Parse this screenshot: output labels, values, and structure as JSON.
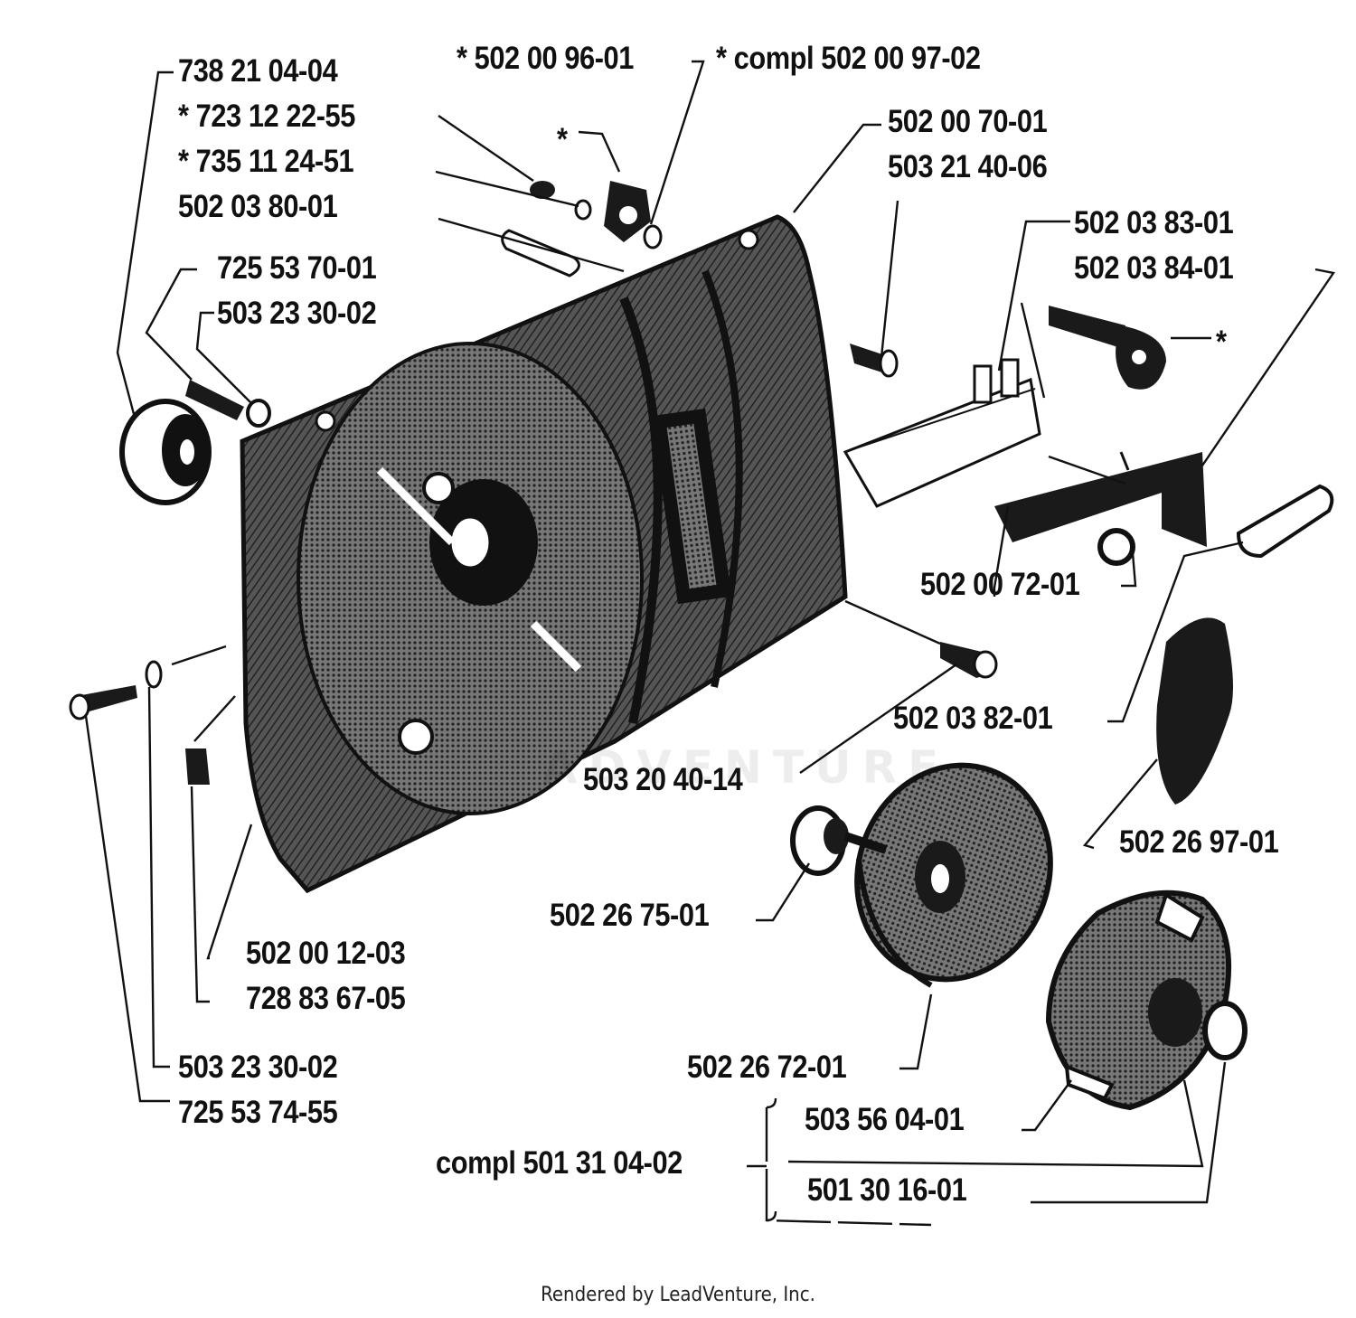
{
  "diagram": {
    "labels": [
      {
        "id": "p1",
        "text": "738 21 04-04"
      },
      {
        "id": "p2",
        "text": "* 723 12 22-55"
      },
      {
        "id": "p3",
        "text": "* 735 11 24-51"
      },
      {
        "id": "p4",
        "text": "502 03 80-01"
      },
      {
        "id": "p5",
        "text": "725 53 70-01"
      },
      {
        "id": "p6",
        "text": "503 23 30-02"
      },
      {
        "id": "p7",
        "text": "* 502 00 96-01"
      },
      {
        "id": "p8",
        "text": "* compl 502 00 97-02"
      },
      {
        "id": "p9",
        "text": "502 00 70-01"
      },
      {
        "id": "p10",
        "text": "503 21 40-06"
      },
      {
        "id": "p11",
        "text": "502 03 83-01"
      },
      {
        "id": "p12",
        "text": "502 03 84-01"
      },
      {
        "id": "p13",
        "text": "502 00 72-01"
      },
      {
        "id": "p14",
        "text": "502 03 82-01"
      },
      {
        "id": "p15",
        "text": "503 20 40-14"
      },
      {
        "id": "p16",
        "text": "502 26 97-01"
      },
      {
        "id": "p17",
        "text": "502 26 75-01"
      },
      {
        "id": "p18",
        "text": "502 00 12-03"
      },
      {
        "id": "p19",
        "text": "728 83 67-05"
      },
      {
        "id": "p20",
        "text": "502 26 72-01"
      },
      {
        "id": "p21",
        "text": "503 23 30-02"
      },
      {
        "id": "p22",
        "text": "725 53 74-55"
      },
      {
        "id": "p23",
        "text": "503 56 04-01"
      },
      {
        "id": "p24",
        "text": "compl 501 31 04-02"
      },
      {
        "id": "p25",
        "text": "501 30 16-01"
      }
    ],
    "star_marks": [
      "*",
      "*"
    ],
    "watermark": "ADVENTURE",
    "footer": "Rendered by LeadVenture, Inc."
  }
}
